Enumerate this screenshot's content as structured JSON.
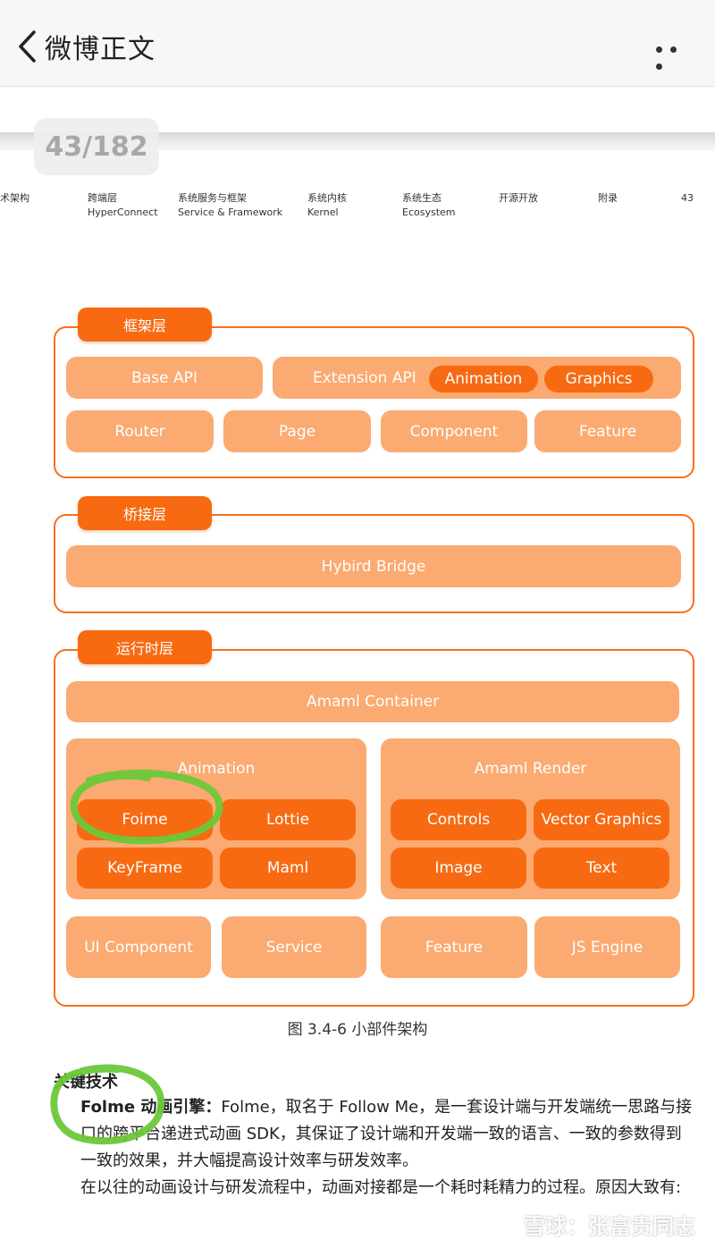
{
  "appbar": {
    "title": "微博正文"
  },
  "page_counter": "43/182",
  "toc": {
    "items": [
      {
        "line1": "术架构",
        "line2": ""
      },
      {
        "line1": "跨端层",
        "line2": "HyperConnect"
      },
      {
        "line1": "系统服务与框架",
        "line2": "Service & Framework"
      },
      {
        "line1": "系统内核",
        "line2": "Kernel"
      },
      {
        "line1": "系统生态",
        "line2": "Ecosystem"
      },
      {
        "line1": "开源开放",
        "line2": ""
      },
      {
        "line1": "附录",
        "line2": ""
      }
    ],
    "page_number": "43"
  },
  "diagram": {
    "framework": {
      "title": "框架层",
      "base_api": "Base API",
      "extension_api": "Extension API",
      "animation": "Animation",
      "graphics": "Graphics",
      "router": "Router",
      "page": "Page",
      "component": "Component",
      "feature": "Feature"
    },
    "bridge": {
      "title": "桥接层",
      "hybird_bridge": "Hybird Bridge"
    },
    "runtime": {
      "title": "运行时层",
      "container": "Amaml Container",
      "animation_group": "Animation",
      "foime": "Foime",
      "lottie": "Lottie",
      "keyframe": "KeyFrame",
      "maml": "Maml",
      "render_group": "Amaml Render",
      "controls": "Controls",
      "vector_graphics": "Vector Graphics",
      "image": "Image",
      "text": "Text",
      "ui_component": "UI Component",
      "service": "Service",
      "feature": "Feature",
      "js_engine": "JS Engine"
    },
    "caption": "图 3.4-6 小部件架构"
  },
  "body": {
    "section_title": "关键技术",
    "bullet": ".",
    "line1_bold": "Folme 动画引擎：",
    "line1_rest": "Folme，取名于 Follow Me，是一套设计端与开发端统一思路与接",
    "line2": "口的跨平台递进式动画 SDK，其保证了设计端和开发端一致的语言、一致的参数得到",
    "line3": "一致的效果，并大幅提高设计效率与研发效率。",
    "line4": "在以往的动画设计与研发流程中，动画对接都是一个耗时耗精力的过程。原因大致有:"
  },
  "watermark": "雪球：张富贵同志",
  "colors": {
    "accent": "#f76a12",
    "light_box": "#fbaa71",
    "border": "#f5711c",
    "highlight": "#6cc83a"
  }
}
